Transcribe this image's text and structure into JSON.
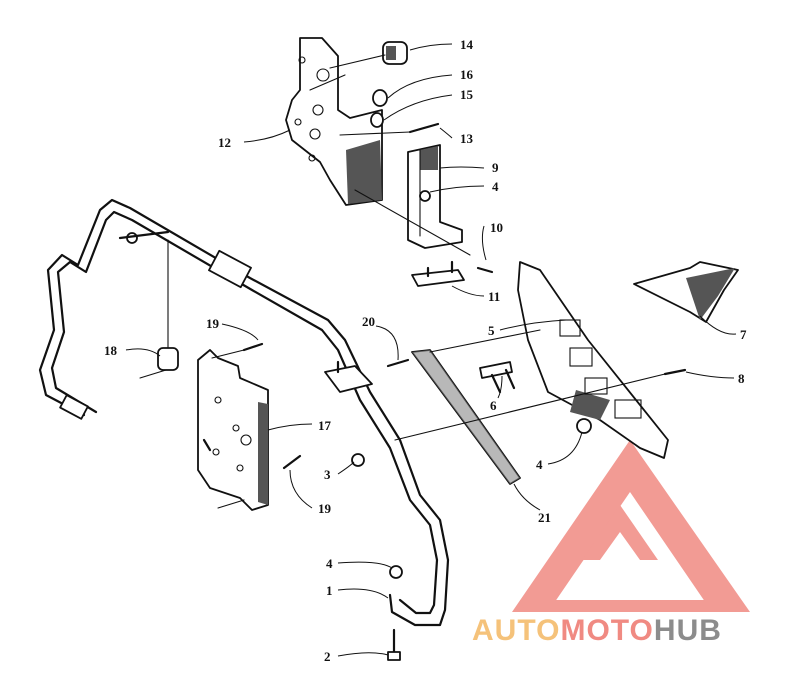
{
  "callouts": [
    {
      "id": "14",
      "label": "14"
    },
    {
      "id": "16",
      "label": "16"
    },
    {
      "id": "15",
      "label": "15"
    },
    {
      "id": "12",
      "label": "12"
    },
    {
      "id": "13",
      "label": "13"
    },
    {
      "id": "9",
      "label": "9"
    },
    {
      "id": "4a",
      "label": "4"
    },
    {
      "id": "10",
      "label": "10"
    },
    {
      "id": "11",
      "label": "11"
    },
    {
      "id": "7",
      "label": "7"
    },
    {
      "id": "5",
      "label": "5"
    },
    {
      "id": "20",
      "label": "20"
    },
    {
      "id": "19a",
      "label": "19"
    },
    {
      "id": "18",
      "label": "18"
    },
    {
      "id": "8",
      "label": "8"
    },
    {
      "id": "6",
      "label": "6"
    },
    {
      "id": "17",
      "label": "17"
    },
    {
      "id": "4b",
      "label": "4"
    },
    {
      "id": "3",
      "label": "3"
    },
    {
      "id": "19b",
      "label": "19"
    },
    {
      "id": "21",
      "label": "21"
    },
    {
      "id": "4c",
      "label": "4"
    },
    {
      "id": "1",
      "label": "1"
    },
    {
      "id": "2",
      "label": "2"
    }
  ],
  "watermark": {
    "part1": "AUTO",
    "part2": "MOTO",
    "part3": "HUB",
    "color_light": "#f5c27a",
    "color_red": "#f08a82",
    "color_gray": "#8c8c8c"
  }
}
